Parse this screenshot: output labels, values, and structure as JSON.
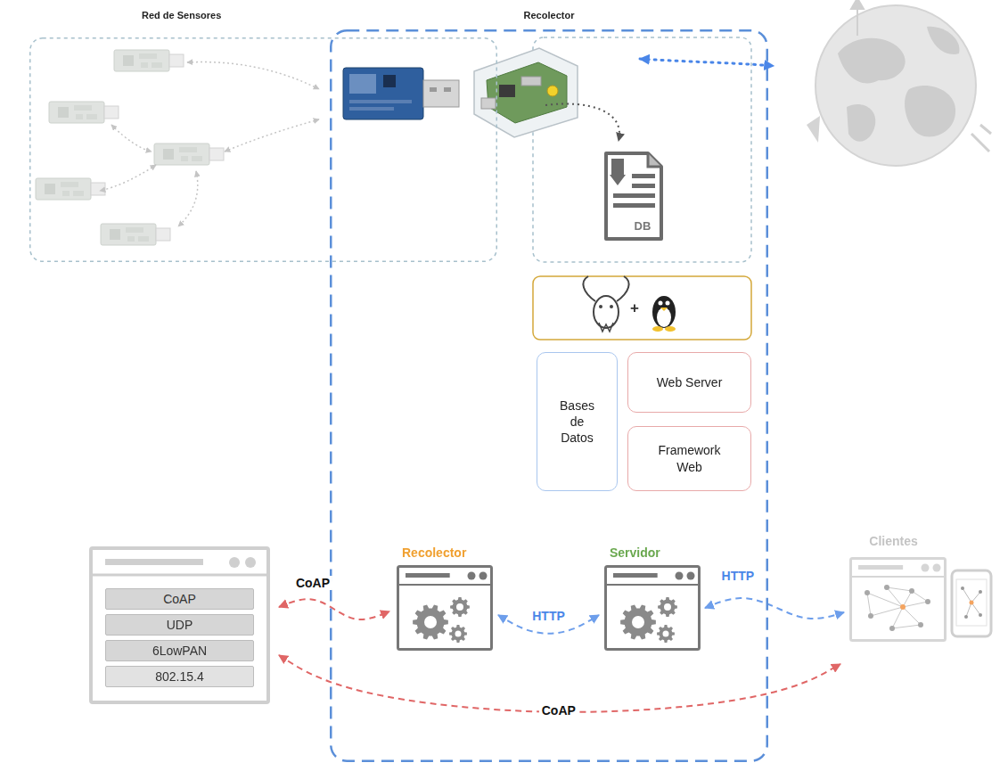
{
  "diagram": {
    "nodes": [
      {
        "text": [
          "Red de Sensores"
        ]
      },
      {
        "text": [
          "Recolector"
        ]
      },
      {
        "text": [
          "Bases de Datos"
        ],
        "in": 1
      },
      {
        "text": [
          "Web Server"
        ],
        "in": 1
      },
      {
        "text": [
          "Framework Web"
        ],
        "in": 1
      },
      {
        "text": [
          "CoAP",
          "UDP",
          "6LowPAN",
          "802.15.4"
        ]
      },
      {
        "text": [
          "Recolector"
        ],
        "in": 1
      },
      {
        "text": [
          "Servidor"
        ],
        "in": 1
      },
      {
        "text": [
          "Clientes"
        ]
      }
    ],
    "edges": [
      {
        "from": 5,
        "to": 6,
        "arrow": "both",
        "label": "CoAP"
      },
      {
        "from": 6,
        "to": 7,
        "arrow": "both",
        "label": "HTTP"
      },
      {
        "from": 7,
        "to": 8,
        "arrow": "both",
        "label": "HTTP"
      },
      {
        "from": 5,
        "to": 8,
        "arrow": "both",
        "label": "CoAP"
      }
    ],
    "labels": [
      "DB",
      "+"
    ]
  }
}
